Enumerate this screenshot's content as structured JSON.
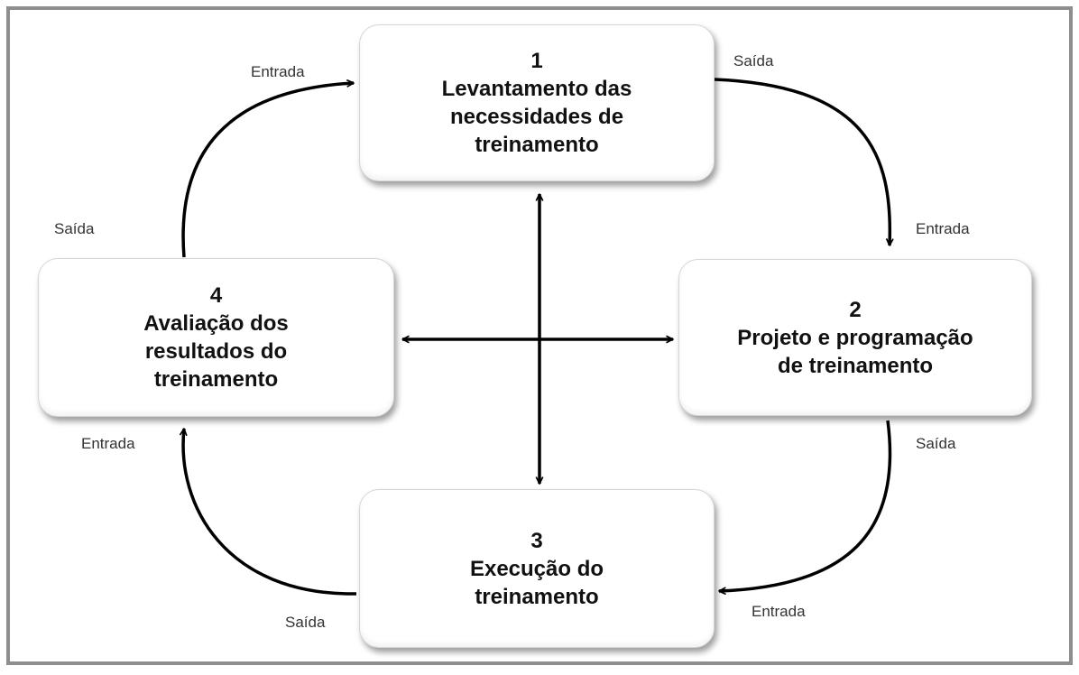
{
  "stages": [
    {
      "number": "1",
      "title": "Levantamento das\nnecessidades de\ntreinamento"
    },
    {
      "number": "2",
      "title": "Projeto e programação\nde treinamento"
    },
    {
      "number": "3",
      "title": "Execução do\ntreinamento"
    },
    {
      "number": "4",
      "title": "Avaliação dos\nresultados do\ntreinamento"
    }
  ],
  "labels": {
    "stage1_in": "Entrada",
    "stage1_out": "Saída",
    "stage2_in": "Entrada",
    "stage2_out": "Saída",
    "stage3_in": "Entrada",
    "stage3_out": "Saída",
    "stage4_in": "Entrada",
    "stage4_out": "Saída"
  }
}
